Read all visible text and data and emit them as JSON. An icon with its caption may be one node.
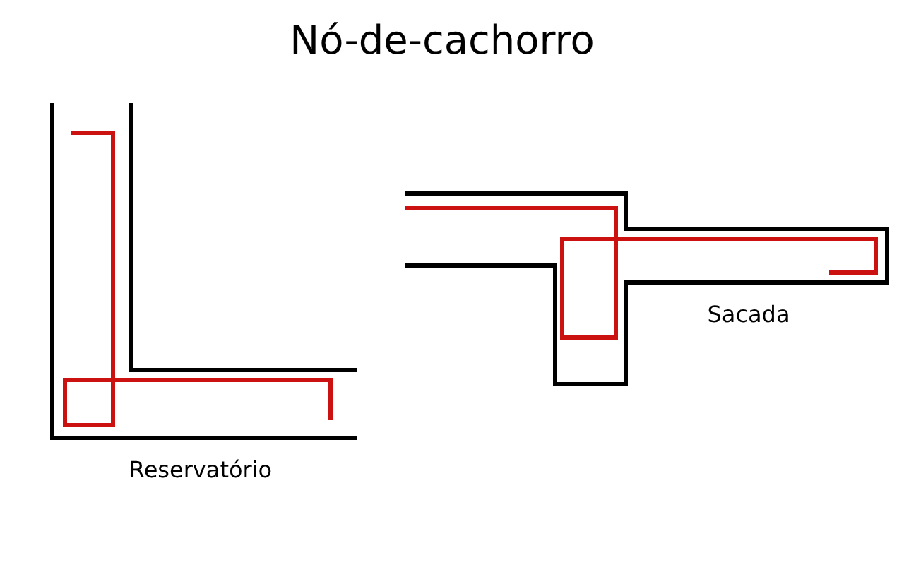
{
  "diagram": {
    "title": "Nó-de-cachorro",
    "labels": [
      "Reservatório",
      "Sacada"
    ]
  }
}
